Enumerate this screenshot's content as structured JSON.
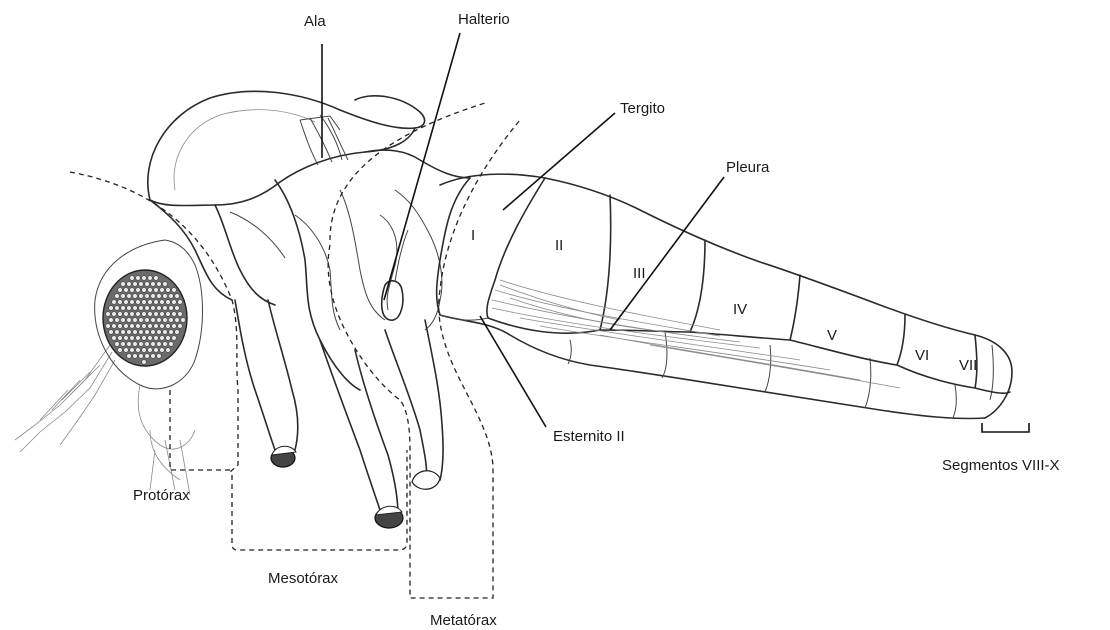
{
  "labels": {
    "ala": "Ala",
    "halterio": "Halterio",
    "tergito": "Tergito",
    "pleura": "Pleura",
    "esternito": "Esternito II",
    "segmentos": "Segmentos VIII-X",
    "protorax": "Protórax",
    "mesotorax": "Mesotórax",
    "metatorax": "Metatórax"
  },
  "segments": [
    "I",
    "II",
    "III",
    "IV",
    "V",
    "VI",
    "VII"
  ]
}
